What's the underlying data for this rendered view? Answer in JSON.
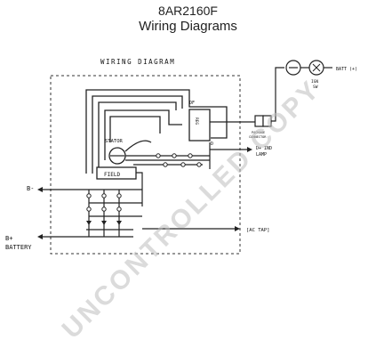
{
  "header": {
    "part_number": "8AR2160F",
    "subtitle": "Wiring Diagrams"
  },
  "diagram": {
    "heading": "WIRING DIAGRAM",
    "labels": {
      "df": "DF",
      "reg": "REG",
      "d": "D",
      "stator": "STATOR",
      "field": "FIELD",
      "b_minus": "B-",
      "b_plus": "B+",
      "battery": "BATTERY",
      "batt": "BATT (+)",
      "ign": "IGN",
      "sw": "SW",
      "pkg_1": "PACKAGE",
      "pkg_2": "CONNECTOR",
      "d_ind_1": "D+ IND",
      "d_ind_2": "LAMP",
      "ac_tap": "[AC TAP]"
    }
  },
  "watermark": "UNCONTROLLED COPY"
}
